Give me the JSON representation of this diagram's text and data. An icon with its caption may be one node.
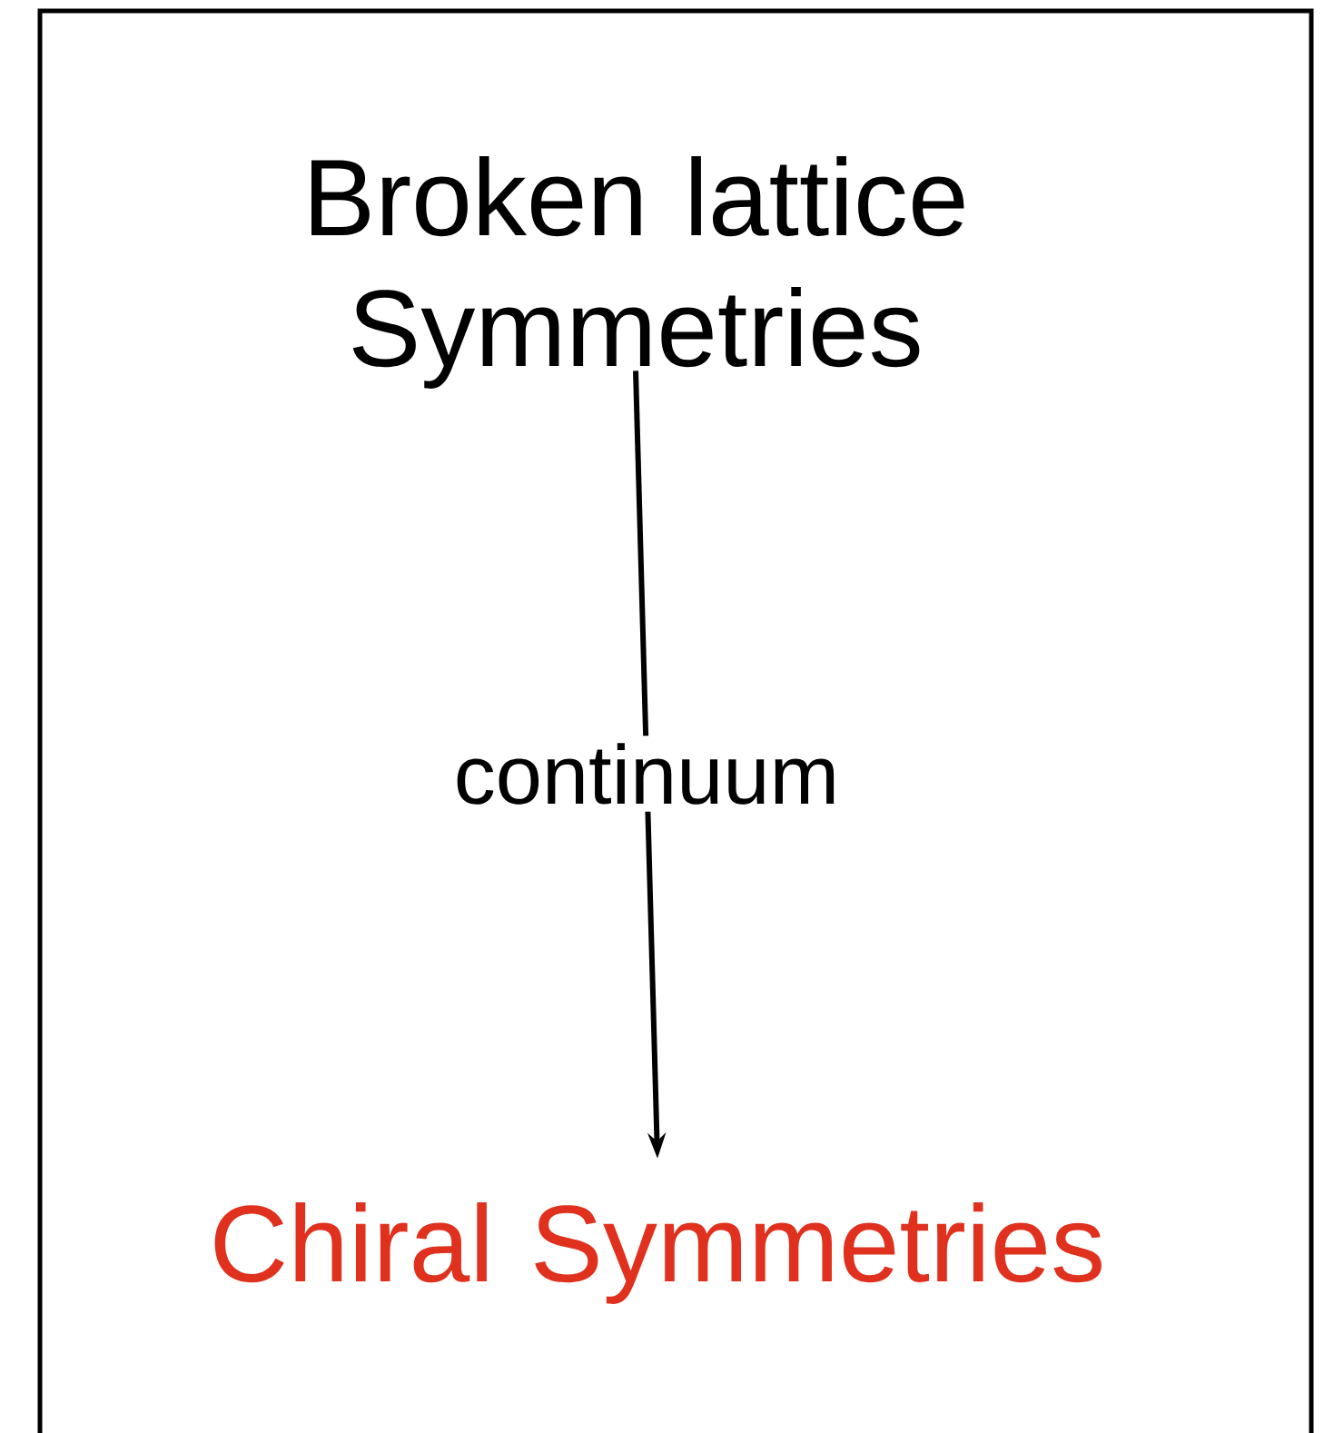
{
  "diagram": {
    "nodes": [
      {
        "text": [
          "Broken lattice Symmetries"
        ]
      },
      {
        "text": [
          "Chiral Symmetries"
        ]
      }
    ],
    "edges": [
      {
        "from": 0,
        "to": 1,
        "arrow": "to",
        "label": "continuum"
      }
    ]
  }
}
